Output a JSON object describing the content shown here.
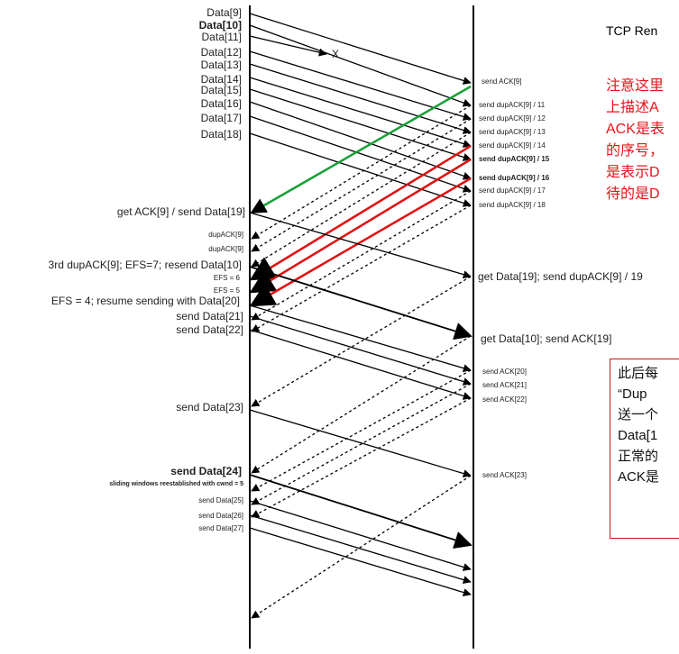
{
  "title": "TCP Ren",
  "note_red": [
    "注意这里",
    "上描述A",
    "ACK是表",
    "的序号，",
    "是表示D",
    "待的是D"
  ],
  "note_box": [
    "此后每",
    "“Dup",
    "送一个",
    "Data[1",
    "正常的",
    "ACK是"
  ],
  "left_labels": {
    "d9": "Data[9]",
    "d10": "Data[10]",
    "d11": "Data[11]",
    "d12": "Data[12]",
    "d13": "Data[13]",
    "d14": "Data[14]",
    "d15": "Data[15]",
    "d16": "Data[16]",
    "d17": "Data[17]",
    "d18": "Data[18]",
    "get_ack9": "get ACK[9] / send Data[19]",
    "dup1": "dupACK[9]",
    "dup2": "dupACK[9]",
    "third_dup": "3rd dupACK[9]; EFS=7; resend Data[10]",
    "efs6": "EFS = 6",
    "efs5": "EFS = 5",
    "efs4": "EFS = 4; resume sending  with Data[20]",
    "send21": "send Data[21]",
    "send22": "send Data[22]",
    "send23": "send Data[23]",
    "send24": "send Data[24]",
    "sliding": "sliding windows reestablished with cwnd = 5",
    "send25": "send Data[25]",
    "send26": "send Data[26]",
    "send27": "send Data[27]"
  },
  "right_labels": {
    "ack9": "send ACK[9]",
    "dup11": "send dupACK[9] / 11",
    "dup12": "send dupACK[9] / 12",
    "dup13": "send dupACK[9] / 13",
    "dup14": "send dupACK[9] / 14",
    "dup15": "send dupACK[9] / 15",
    "dup16": "send dupACK[9] / 16",
    "dup17": "send dupACK[9] / 17",
    "dup18": "send dupACK[9] / 18",
    "get19": "get Data[19]; send dupACK[9] / 19",
    "get10": "get Data[10]; send ACK[19]",
    "ack20": "send ACK[20]",
    "ack21": "send ACK[21]",
    "ack22": "send ACK[22]",
    "ack23": "send ACK[23]"
  },
  "lost_marker": "X",
  "colors": {
    "ack_green": "#17a035",
    "dup_red": "#e01010",
    "line": "#000000"
  }
}
